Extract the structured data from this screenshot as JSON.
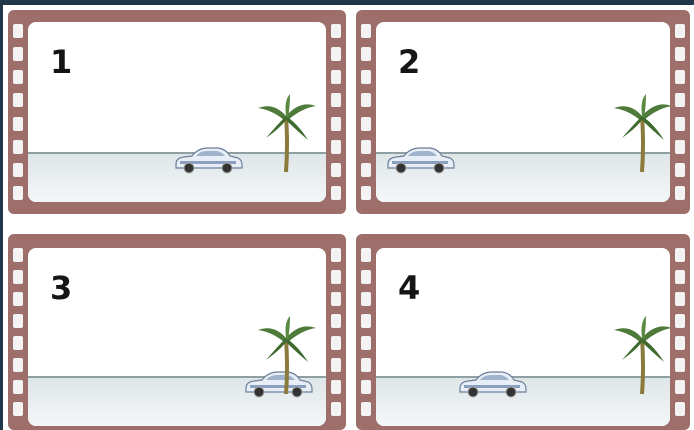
{
  "frames": [
    {
      "label": "1",
      "car": "car-icon",
      "palm": "palm-tree-icon"
    },
    {
      "label": "2",
      "car": "car-icon",
      "palm": "palm-tree-icon"
    },
    {
      "label": "3",
      "car": "car-icon",
      "palm": "palm-tree-icon"
    },
    {
      "label": "4",
      "car": "car-icon",
      "palm": "palm-tree-icon"
    }
  ],
  "colors": {
    "film": "#9e6e6a",
    "screen": "#ffffff",
    "road": "#dfe6e8"
  }
}
